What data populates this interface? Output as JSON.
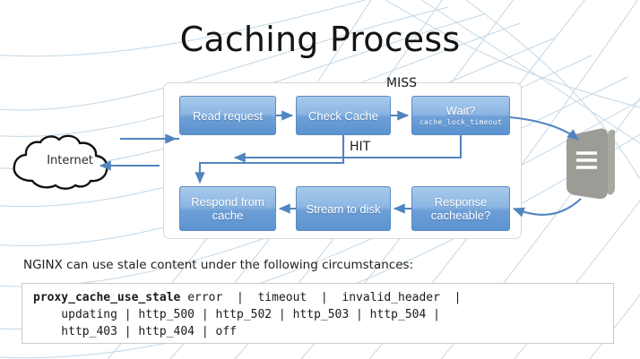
{
  "slide": {
    "title": "Caching Process"
  },
  "network": {
    "cloud_label": "Internet",
    "server_icon": "server-icon"
  },
  "diagram": {
    "boxes": [
      {
        "id": "read-request",
        "label": "Read request",
        "sub": ""
      },
      {
        "id": "check-cache",
        "label": "Check Cache",
        "sub": ""
      },
      {
        "id": "wait",
        "label": "Wait?",
        "sub": "cache_lock_timeout"
      },
      {
        "id": "respond-from-cache",
        "label": "Respond from cache",
        "sub": ""
      },
      {
        "id": "stream-to-disk",
        "label": "Stream to disk",
        "sub": ""
      },
      {
        "id": "response-cacheable",
        "label": "Response cacheable?",
        "sub": ""
      }
    ],
    "edge_labels": {
      "miss": "MISS",
      "hit": "HIT"
    }
  },
  "stale": {
    "caption": "NGINX can use stale content under the following circumstances:",
    "code_lines": [
      {
        "directive": "proxy_cache_use_stale",
        "values": [
          "error",
          "timeout",
          "invalid_header",
          ""
        ]
      },
      {
        "directive": "",
        "values": [
          "updating",
          "http_500",
          "http_502",
          "http_503",
          "http_504",
          ""
        ]
      },
      {
        "directive": "",
        "values": [
          "http_403",
          "http_404",
          "off"
        ]
      }
    ],
    "code_text_line1": "proxy_cache_use_stale error | timeout | invalid_header |",
    "code_text_line2": "    updating | http_500 | http_502 | http_503 | http_504 |",
    "code_text_line3": "    http_403 | http_404 | off"
  },
  "colors": {
    "box_fill_top": "#a8c9ea",
    "box_fill_bottom": "#5b93d0",
    "box_border": "#5b8cc4",
    "arrow": "#4a7fbf",
    "server_gray": "#9c9c97",
    "mesh_line": "#bcd2e4",
    "panel_border": "#d8d8d8"
  }
}
